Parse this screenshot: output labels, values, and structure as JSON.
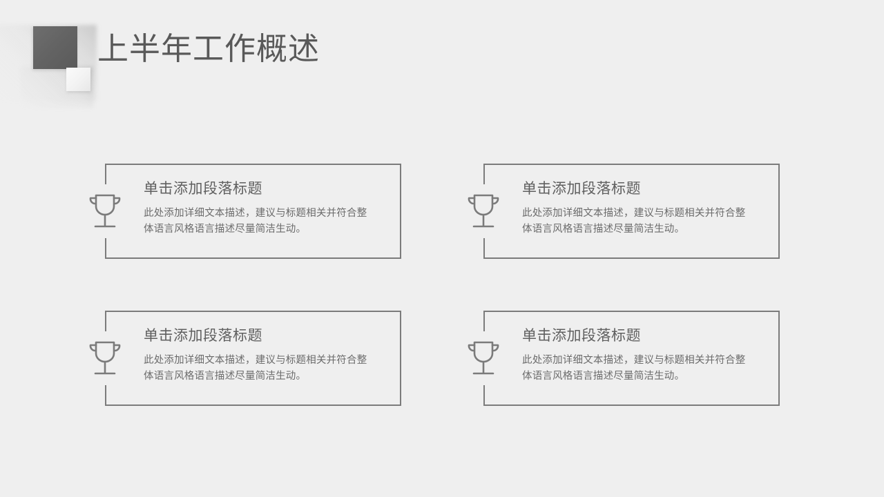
{
  "slide": {
    "title": "上半年工作概述",
    "background_color": "#efefef",
    "title_color": "#595959",
    "accent_color": "#636363",
    "outline_color": "#7b7b7b"
  },
  "logo": {
    "dark_square_name": "dark-square",
    "light_square_name": "light-square"
  },
  "cards": [
    {
      "icon": "trophy-icon",
      "title": "单击添加段落标题",
      "description": "此处添加详细文本描述，建议与标题相关并符合整体语言风格语言描述尽量简洁生动。"
    },
    {
      "icon": "trophy-icon",
      "title": "单击添加段落标题",
      "description": "此处添加详细文本描述，建议与标题相关并符合整体语言风格语言描述尽量简洁生动。"
    },
    {
      "icon": "trophy-icon",
      "title": "单击添加段落标题",
      "description": "此处添加详细文本描述，建议与标题相关并符合整体语言风格语言描述尽量简洁生动。"
    },
    {
      "icon": "trophy-icon",
      "title": "单击添加段落标题",
      "description": "此处添加详细文本描述，建议与标题相关并符合整体语言风格语言描述尽量简洁生动。"
    }
  ]
}
